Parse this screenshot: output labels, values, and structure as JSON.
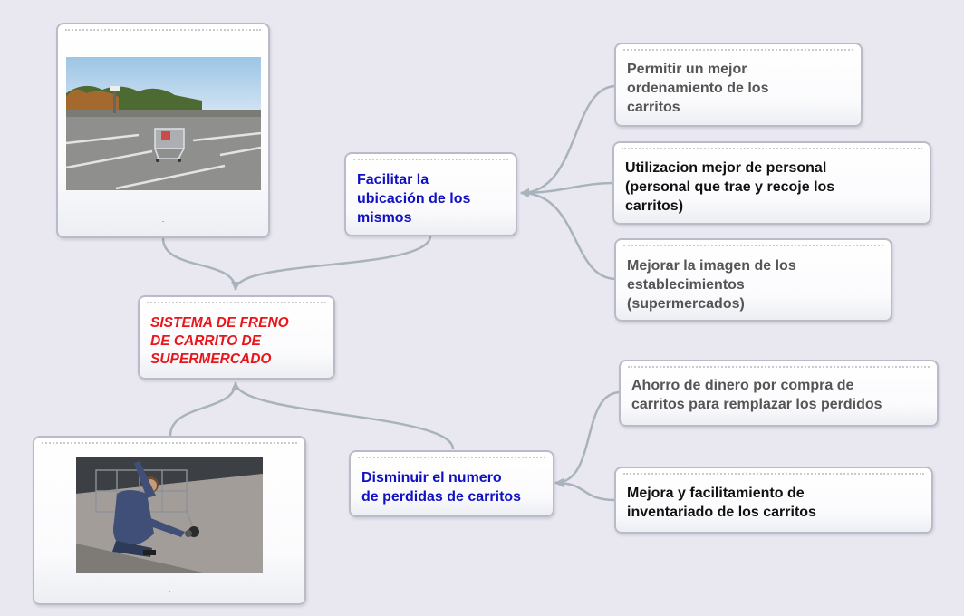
{
  "colors": {
    "background": "#e9e8f1",
    "connector": "#a9b3bb",
    "central_text": "#e8161b",
    "blue_text": "#1111c4",
    "black_text": "#111111",
    "gray_text": "#555555"
  },
  "central": {
    "text": "SISTEMA DE FRENO\nDE CARRITO DE\nSUPERMERCADO"
  },
  "branches": [
    {
      "text": "Facilitar la\nubicación de los\nmismos",
      "children": [
        {
          "text": "Permitir un mejor\nordenamiento de los\ncarritos"
        },
        {
          "text": "Utilizacion mejor de personal\n(personal que trae y recoje los\ncarritos)"
        },
        {
          "text": "Mejorar la imagen de los\nestablecimientos\n(supermercados)"
        }
      ]
    },
    {
      "text": "Disminuir el numero\nde perdidas de carritos",
      "children": [
        {
          "text": "Ahorro de dinero por compra de\ncarritos para remplazar  los perdidos"
        },
        {
          "text": "Mejora y facilitamiento de\ninventariado de los carritos"
        }
      ]
    }
  ],
  "images": [
    {
      "icon": "parking-lot-cart-photo",
      "caption": "."
    },
    {
      "icon": "man-with-cart-photo",
      "caption": "."
    }
  ]
}
